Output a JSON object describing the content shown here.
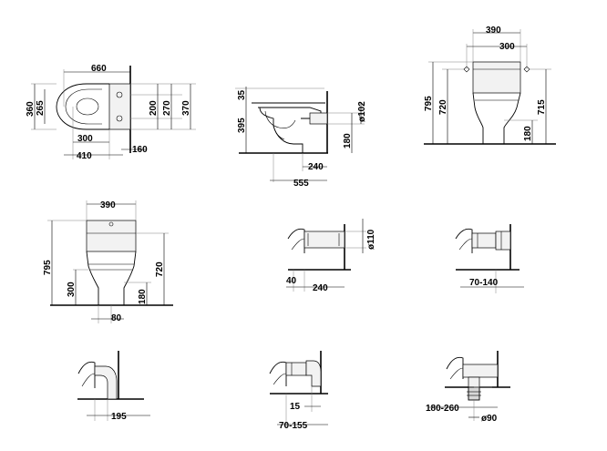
{
  "views": {
    "top_plan": {
      "width": "660",
      "left_outer": "360",
      "left_inner": "265",
      "right_a": "200",
      "right_b": "270",
      "right_c": "370",
      "bottom_inner": "300",
      "bottom_outer": "410",
      "wall_offset": "160"
    },
    "side_section": {
      "top_gap": "35",
      "seat_height": "395",
      "outlet_height": "180",
      "outlet_diameter": "ø102",
      "outlet_depth": "240",
      "total_depth": "555"
    },
    "rear_elevation": {
      "tank_width": "390",
      "fixing_spacing": "300",
      "total_height": "795",
      "seat_height": "720",
      "fixing_height": "715",
      "outlet_height": "180"
    },
    "front_elevation": {
      "tank_width": "390",
      "total_height": "795",
      "seat_height": "720",
      "fixing_height": "300",
      "outlet_height": "180",
      "base_offset": "80"
    },
    "variant_horizontal": {
      "diameter": "ø110",
      "offset": "40",
      "depth": "240"
    },
    "variant_adjustable": {
      "range": "70-140"
    },
    "variant_vertical": {
      "depth": "195"
    },
    "variant_horizontal_offset": {
      "offset": "15",
      "range": "70-155"
    },
    "variant_floor": {
      "range": "180-260",
      "diameter": "ø90"
    }
  }
}
